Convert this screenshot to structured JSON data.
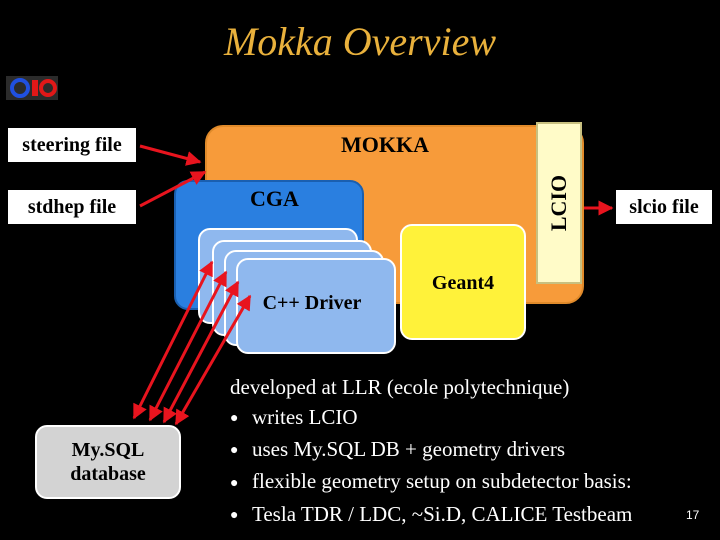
{
  "title": "Mokka Overview",
  "logo": "lcio-logo-icon",
  "inputs": {
    "steering": "steering file",
    "stdhep": "stdhep file"
  },
  "output": {
    "slcio": "slcio file"
  },
  "mokka": {
    "label": "MOKKA",
    "lcio_label": "LCIO",
    "cga_label": "CGA",
    "driver_label": "C++ Driver",
    "geant_label": "Geant4"
  },
  "database": {
    "line1": "My.SQL",
    "line2": "database"
  },
  "description": {
    "intro": "developed at LLR (ecole polytechnique)",
    "bullets": [
      "writes LCIO",
      "uses My.SQL DB + geometry drivers",
      "flexible geometry setup on subdetector basis:",
      "Tesla TDR / LDC, ~Si.D, CALICE Testbeam"
    ]
  },
  "page_number": "17",
  "colors": {
    "background": "#000000",
    "title": "#e9b13c",
    "mokka": "#f79b3a",
    "lcio": "#fffbc8",
    "cga": "#2a7fe0",
    "driver": "#8fb8ee",
    "geant": "#fff23a",
    "database": "#d3d3d3",
    "arrow": "#e8141e"
  }
}
